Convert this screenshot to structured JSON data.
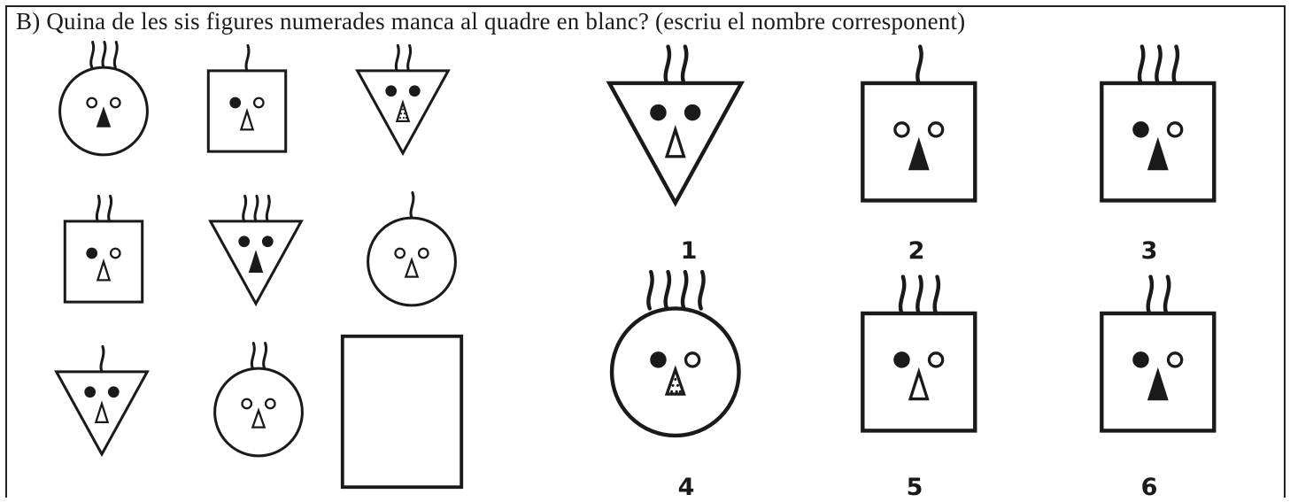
{
  "question": "B) Quina de les sis figures numerades manca al quadre en blanc? (escriu el nombre corresponent)",
  "grid": {
    "cells": [
      {
        "shape": "circle",
        "hairs": 3,
        "eyes": "open-open",
        "nose": "filled"
      },
      {
        "shape": "square",
        "hairs": 1,
        "eyes": "filled-open",
        "nose": "open"
      },
      {
        "shape": "triangle",
        "hairs": 2,
        "eyes": "filled-filled",
        "nose": "dotted"
      },
      {
        "shape": "square",
        "hairs": 2,
        "eyes": "filled-open",
        "nose": "open"
      },
      {
        "shape": "triangle",
        "hairs": 3,
        "eyes": "filled-filled",
        "nose": "filled"
      },
      {
        "shape": "circle",
        "hairs": 1,
        "eyes": "open-open",
        "nose": "open"
      },
      {
        "shape": "triangle",
        "hairs": 1,
        "eyes": "filled-filled",
        "nose": "open"
      },
      {
        "shape": "circle",
        "hairs": 2,
        "eyes": "open-open",
        "nose": "open"
      },
      {
        "shape": "blank"
      }
    ]
  },
  "options": [
    {
      "label": "1",
      "shape": "triangle",
      "hairs": 2,
      "eyes": "filled-filled",
      "nose": "open"
    },
    {
      "label": "2",
      "shape": "square",
      "hairs": 1,
      "eyes": "open-open",
      "nose": "filled"
    },
    {
      "label": "3",
      "shape": "square",
      "hairs": 3,
      "eyes": "filled-open",
      "nose": "filled"
    },
    {
      "label": "4",
      "shape": "circle",
      "hairs": 4,
      "eyes": "filled-open",
      "nose": "dotted"
    },
    {
      "label": "5",
      "shape": "square",
      "hairs": 3,
      "eyes": "filled-open",
      "nose": "open"
    },
    {
      "label": "6",
      "shape": "square",
      "hairs": 2,
      "eyes": "filled-open",
      "nose": "filled"
    }
  ]
}
